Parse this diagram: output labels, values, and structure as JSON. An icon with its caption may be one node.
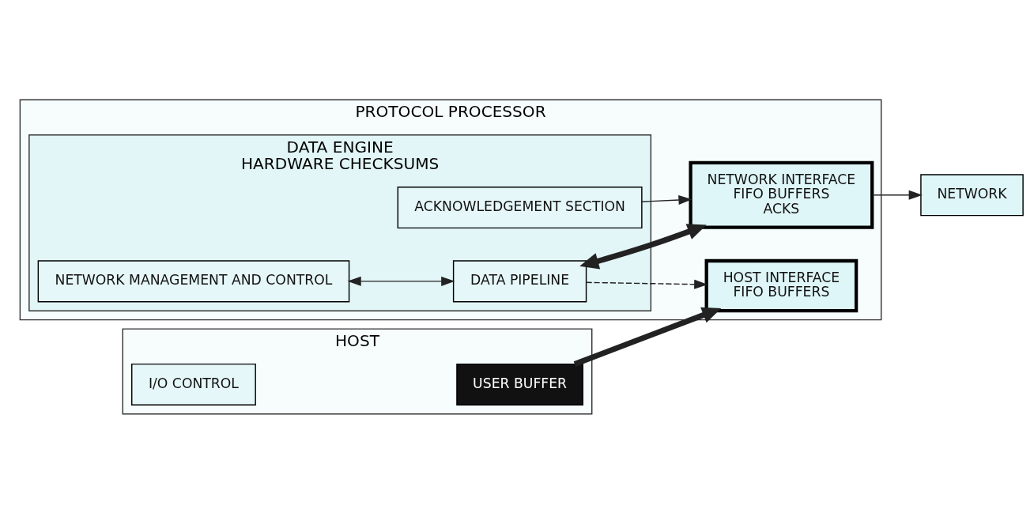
{
  "diagram": {
    "nodes": [
      {
        "text": [
          "NETWORK"
        ]
      },
      {
        "text": [
          "PROTOCOL PROCESSOR"
        ]
      },
      {
        "text": [
          "NETWORK INTERFACE",
          "FIFO BUFFERS",
          "ACKS"
        ],
        "in": 1
      },
      {
        "text": [
          "DATA ENGINE",
          "HARDWARE CHECKSUMS"
        ],
        "in": 1
      },
      {
        "text": [
          "NETWORK MANAGEMENT AND CONTROL"
        ],
        "in": 3
      },
      {
        "text": [
          "DATA PIPELINE"
        ],
        "in": 3
      },
      {
        "text": [
          "ACKNOWLEDGEMENT SECTION"
        ],
        "in": 3
      },
      {
        "text": [
          "HOST INTERFACE",
          "FIFO BUFFERS"
        ],
        "in": 1
      },
      {
        "text": [
          "HOST"
        ]
      },
      {
        "text": [
          "I/O CONTROL"
        ],
        "in": 8
      },
      {
        "text": [
          "USER BUFFER"
        ],
        "in": 8
      }
    ],
    "edges": [
      {
        "from": 5,
        "to": 2,
        "arrow": "both",
        "style": "thick"
      },
      {
        "from": 4,
        "to": 5,
        "arrow": "both"
      },
      {
        "from": 5,
        "to": 7,
        "arrow": "to",
        "style": "dashed"
      },
      {
        "from": 10,
        "to": 7,
        "arrow": "to",
        "style": "thick"
      },
      {
        "from": 6,
        "to": 2,
        "arrow": "to"
      },
      {
        "from": 2,
        "to": 0,
        "arrow": "to"
      }
    ]
  }
}
